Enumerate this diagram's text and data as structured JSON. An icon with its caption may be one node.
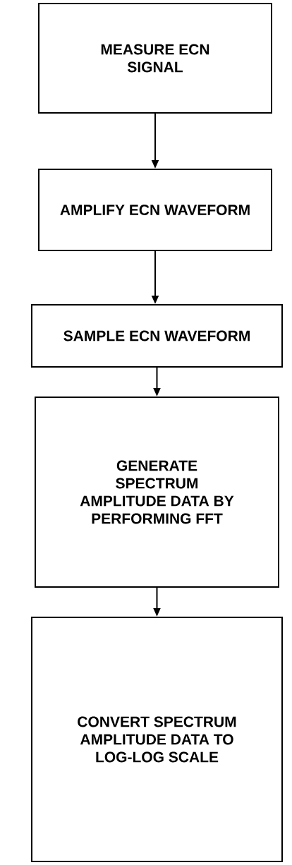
{
  "diagram": {
    "nodes": [
      {
        "text": [
          "MEASURE ECN SIGNAL"
        ]
      },
      {
        "text": [
          "AMPLIFY ECN WAVEFORM"
        ]
      },
      {
        "text": [
          "SAMPLE ECN WAVEFORM"
        ]
      },
      {
        "text": [
          "GENERATE SPECTRUM AMPLITUDE DATA BY PERFORMING FFT"
        ]
      },
      {
        "text": [
          "CONVERT SPECTRUM AMPLITUDE DATA TO LOG-LOG SCALE"
        ]
      }
    ],
    "edges": [
      {
        "from": 0,
        "to": 1,
        "arrow": "to"
      },
      {
        "from": 1,
        "to": 2,
        "arrow": "to"
      },
      {
        "from": 2,
        "to": 3,
        "arrow": "to"
      },
      {
        "from": 3,
        "to": 4,
        "arrow": "to"
      }
    ]
  }
}
